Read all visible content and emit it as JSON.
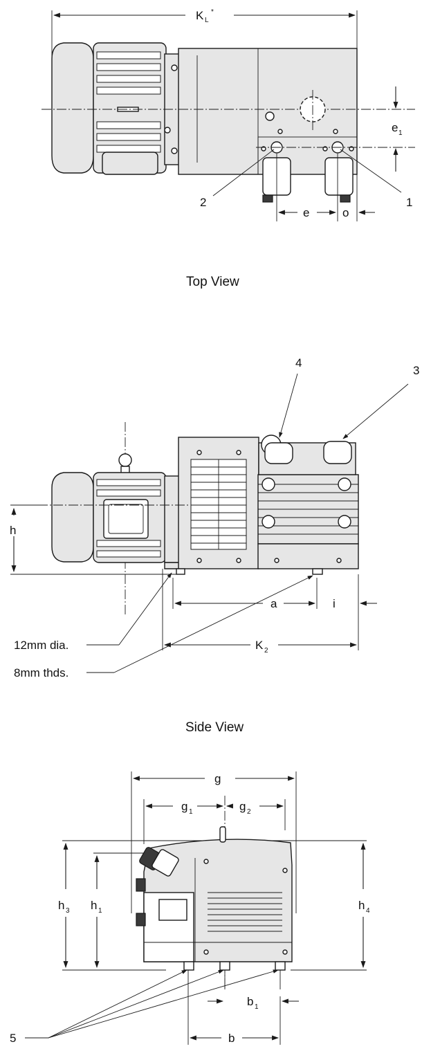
{
  "top_view": {
    "caption": "Top View",
    "dim_kl": "K",
    "dim_kl_sub": "L",
    "dim_kl_sup": "*",
    "dim_e1": "e",
    "dim_e1_sub": "1",
    "dim_e": "e",
    "dim_o": "o",
    "callout_1": "1",
    "callout_2": "2"
  },
  "side_view": {
    "caption": "Side View",
    "dim_h": "h",
    "dim_a": "a",
    "dim_i": "i",
    "dim_k2": "K",
    "dim_k2_sub": "2",
    "callout_3": "3",
    "callout_4": "4",
    "note_hole": "12mm dia.",
    "note_thread": "8mm thds."
  },
  "end_view": {
    "dim_g": "g",
    "dim_g1": "g",
    "dim_g1_sub": "1",
    "dim_g2": "g",
    "dim_g2_sub": "2",
    "dim_h3": "h",
    "dim_h3_sub": "3",
    "dim_h1": "h",
    "dim_h1_sub": "1",
    "dim_h4": "h",
    "dim_h4_sub": "4",
    "dim_b": "b",
    "dim_b1": "b",
    "dim_b1_sub": "1",
    "callout_5": "5"
  }
}
